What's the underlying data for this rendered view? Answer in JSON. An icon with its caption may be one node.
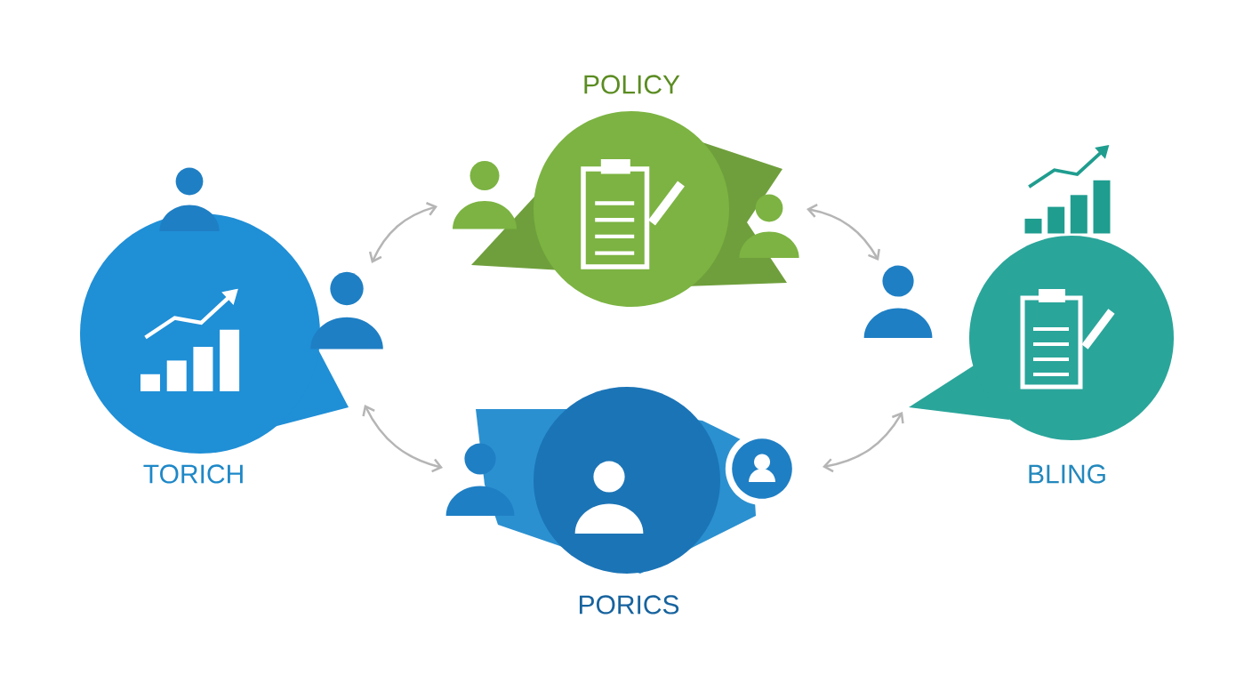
{
  "diagram": {
    "nodes": [
      {
        "text": [
          "POLICY"
        ]
      },
      {
        "text": [
          "TORICH"
        ]
      },
      {
        "text": [
          "BLING"
        ]
      },
      {
        "text": [
          "PORICS"
        ]
      }
    ],
    "edges": [
      {
        "from": 0,
        "to": 1,
        "arrow": "both"
      },
      {
        "from": 0,
        "to": 2,
        "arrow": "both"
      },
      {
        "from": 1,
        "to": 3,
        "arrow": "both"
      },
      {
        "from": 3,
        "to": 2,
        "arrow": "both"
      }
    ]
  }
}
